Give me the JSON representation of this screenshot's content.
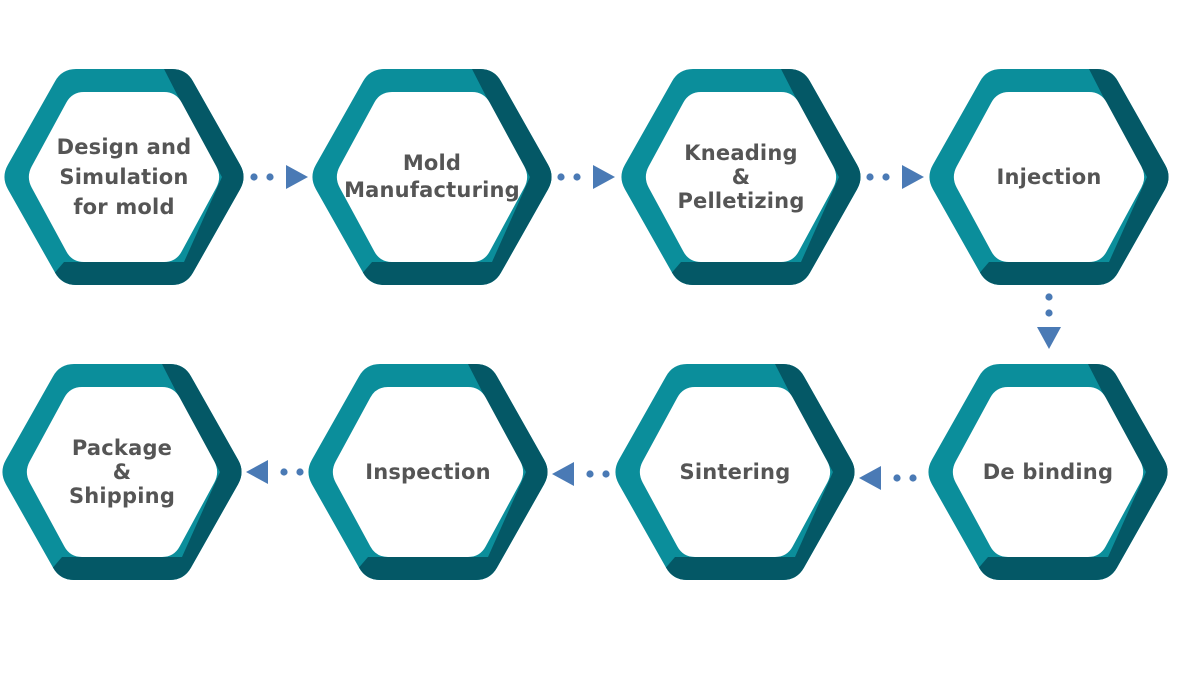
{
  "colors": {
    "hex_outer_light": "#0b8e9b",
    "hex_outer_dark": "#045866",
    "hex_inner": "#ffffff",
    "connector": "#4a7ab5",
    "label_text": "#555555"
  },
  "steps": [
    {
      "id": "design",
      "lines": [
        "Design and",
        "Simulation",
        "for mold"
      ]
    },
    {
      "id": "mold",
      "lines": [
        "Mold",
        "Manufacturing"
      ]
    },
    {
      "id": "kneading",
      "lines": [
        "Kneading",
        "&",
        "Pelletizing"
      ]
    },
    {
      "id": "injection",
      "lines": [
        "Injection"
      ]
    },
    {
      "id": "debinding",
      "lines": [
        "De binding"
      ]
    },
    {
      "id": "sintering",
      "lines": [
        "Sintering"
      ]
    },
    {
      "id": "inspection",
      "lines": [
        "Inspection"
      ]
    },
    {
      "id": "package",
      "lines": [
        "Package",
        "&",
        "Shipping"
      ]
    }
  ],
  "flow": [
    {
      "from": "design",
      "to": "mold",
      "direction": "right"
    },
    {
      "from": "mold",
      "to": "kneading",
      "direction": "right"
    },
    {
      "from": "kneading",
      "to": "injection",
      "direction": "right"
    },
    {
      "from": "injection",
      "to": "debinding",
      "direction": "down"
    },
    {
      "from": "debinding",
      "to": "sintering",
      "direction": "left"
    },
    {
      "from": "sintering",
      "to": "inspection",
      "direction": "left"
    },
    {
      "from": "inspection",
      "to": "package",
      "direction": "left"
    }
  ]
}
